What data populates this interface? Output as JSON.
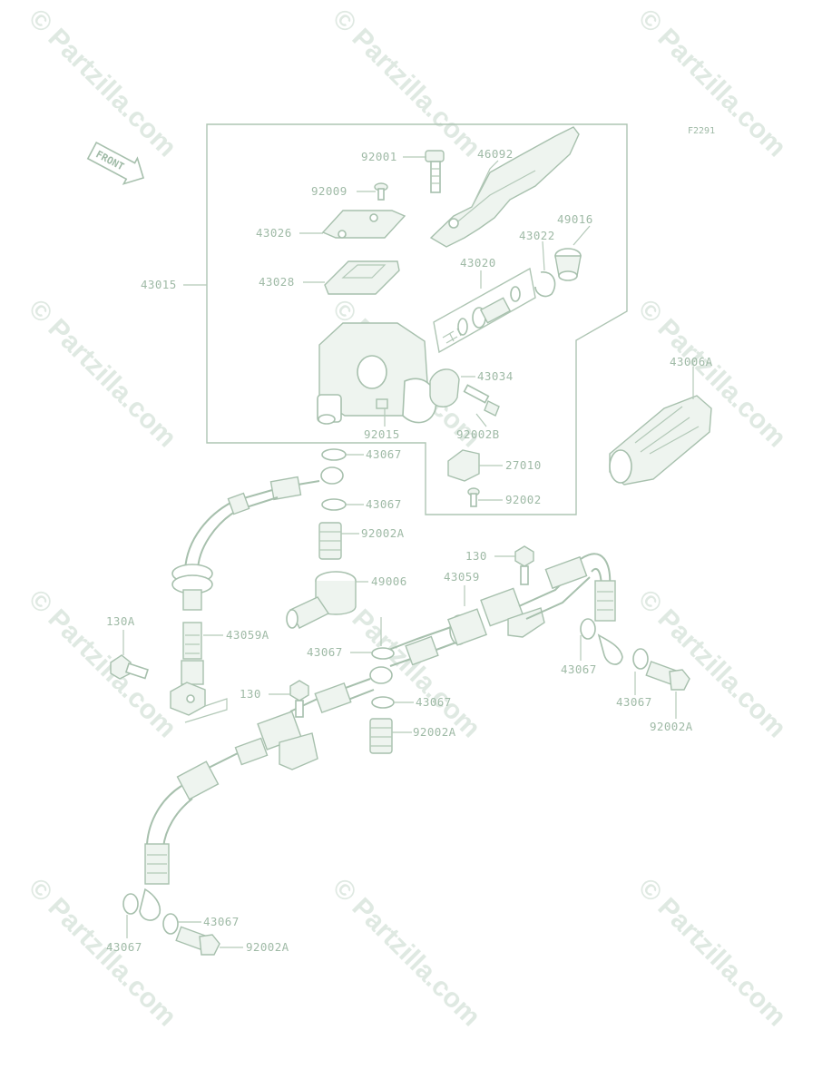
{
  "figure": {
    "code": "F2291",
    "front_label": "FRONT",
    "watermark": "© Partzilla.com"
  },
  "callouts": {
    "c92001": "92001",
    "c46092": "46092",
    "c92009": "92009",
    "c43026": "43026",
    "c49016": "49016",
    "c43022": "43022",
    "c43020": "43020",
    "c43015": "43015",
    "c43028": "43028",
    "c43034": "43034",
    "c92015": "92015",
    "c92002B": "92002B",
    "c43006A": "43006A",
    "c43067_a": "43067",
    "c27010": "27010",
    "c43067_b": "43067",
    "c92002": "92002",
    "c92002A_a": "92002A",
    "c130_top": "130",
    "c43059": "43059",
    "c49006": "49006",
    "c130A": "130A",
    "c43059A": "43059A",
    "c43067_c": "43067",
    "c43067_d": "43067",
    "c43067_e": "43067",
    "c130_mid": "130",
    "c43067_f": "43067",
    "c92002A_b": "92002A",
    "c92002A_c": "92002A",
    "c43067_g": "43067",
    "c43067_h": "43067",
    "c92002A_d": "92002A"
  }
}
